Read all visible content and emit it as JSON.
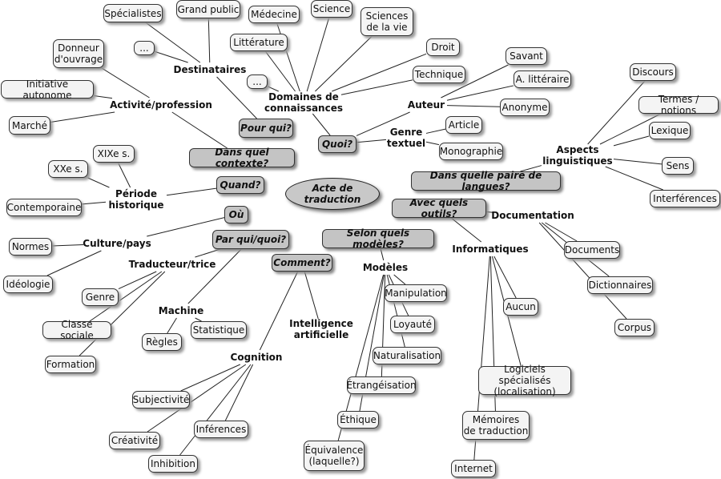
{
  "map": {
    "center": "Acte de traduction",
    "questions": {
      "pour_qui": "Pour qui?",
      "contexte": "Dans quel contexte?",
      "quand": "Quand?",
      "ou": "Où",
      "par_qui": "Par qui/quoi?",
      "comment": "Comment?",
      "modeles": "Selon quels modèles?",
      "outils": "Avec quels outils?",
      "langues": "Dans quelle paire de langues?",
      "quoi": "Quoi?"
    },
    "categories": {
      "destinataires": "Destinataires",
      "activite": "Activité/profession",
      "periode": "Période\nhistorique",
      "culture": "Culture/pays",
      "traducteur": "Traducteur/trice",
      "machine": "Machine",
      "cognition": "Cognition",
      "ia": "Intelligence\nartificielle",
      "modeles": "Modèles",
      "informatiques": "Informatiques",
      "documentation": "Documentation",
      "aspects": "Aspects\nlinguistiques",
      "domaines": "Domaines de\nconnaissances",
      "auteur": "Auteur",
      "genre_textuel": "Genre\ntextuel"
    },
    "leaves": {
      "specialistes": "Spécialistes",
      "grand_public": "Grand public",
      "dest_more": "...",
      "donneur": "Donneur\nd'ouvrage",
      "initiative": "Initiative autonome",
      "marche": "Marché",
      "xixe": "XIXe s.",
      "xxe": "XXe s.",
      "contemporaine": "Contemporaine",
      "normes": "Normes",
      "ideologie": "Idéologie",
      "genre": "Genre",
      "classe": "Classe sociale",
      "formation": "Formation",
      "regles": "Règles",
      "statistique": "Statistique",
      "subjectivite": "Subjectivité",
      "creativite": "Créativité",
      "inferences": "Inférences",
      "inhibition": "Inhibition",
      "manipulation": "Manipulation",
      "loyaute": "Loyauté",
      "naturalisation": "Naturalisation",
      "etrangeisation": "Étrangéisation",
      "ethique": "Éthique",
      "equivalence": "Équivalence\n(laquelle?)",
      "aucun": "Aucun",
      "logiciels": "Logiciels spécialisés\n(localisation)",
      "memoires": "Mémoires\nde traduction",
      "internet": "Internet",
      "documents": "Documents",
      "dictionnaires": "Dictionnaires",
      "corpus": "Corpus",
      "discours": "Discours",
      "termes": "Termes / notions",
      "lexique": "Lexique",
      "sens": "Sens",
      "interferences": "Interférences",
      "medecine": "Médecine",
      "science": "Science",
      "sciences_vie": "Sciences\nde la vie",
      "litterature": "Littérature",
      "domaines_more": "...",
      "droit": "Droit",
      "technique": "Technique",
      "savant": "Savant",
      "a_litteraire": "A. littéraire",
      "anonyme": "Anonyme",
      "article": "Article",
      "monographie": "Monographie"
    }
  }
}
